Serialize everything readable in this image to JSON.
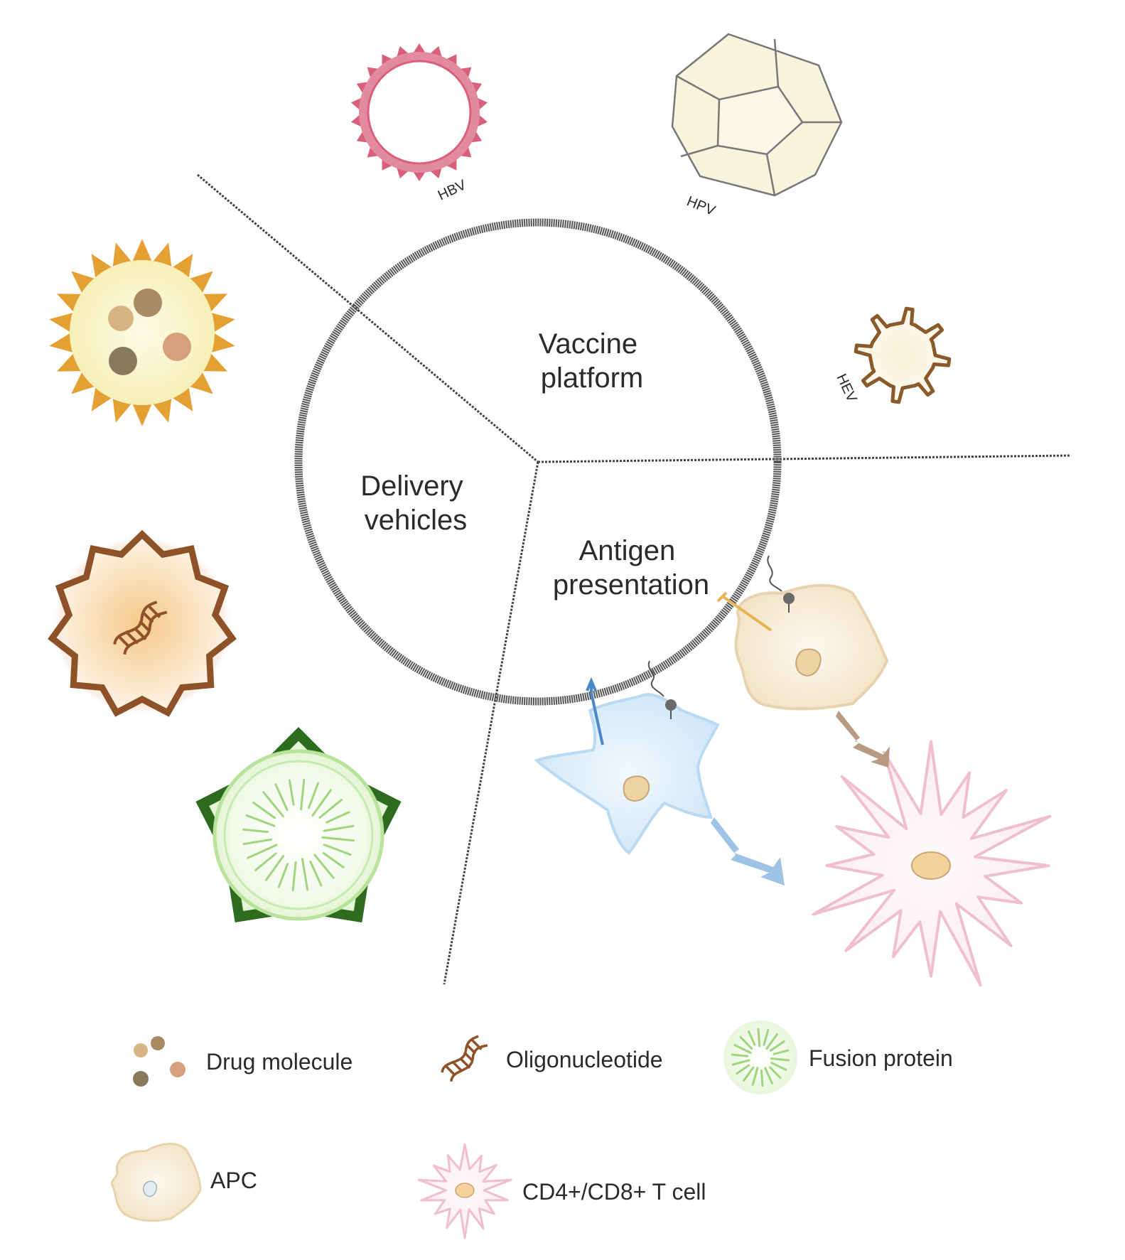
{
  "sectors": {
    "vaccine": [
      "Vaccine",
      "platform"
    ],
    "delivery": [
      "Delivery",
      "vehicles"
    ],
    "antigen": [
      "Antigen",
      "presentation"
    ]
  },
  "viruses": {
    "hbv": "HBV",
    "hpv": "HPV",
    "hev": "HEV"
  },
  "legend": {
    "drug": "Drug molecule",
    "oligo": "Oligonucleotide",
    "fusion": "Fusion protein",
    "apc": "APC",
    "tcell": "CD4+/CD8+ T cell"
  },
  "colors": {
    "circle": "#555555",
    "hbv": "#d9607a",
    "hpv_fill": "#f7f3dd",
    "hev": "#8a5a2b",
    "sun": "#e4a032",
    "nanocage": "#8e5128",
    "pentagon": "#2f6b1f",
    "fusion": "#9fd67d",
    "apc_fill": "#f5e7cc",
    "dc_fill": "#cfe6f7",
    "tcell_stroke": "#f0bfcd",
    "arrow_blue": "#9fc3e6",
    "arrow_brown": "#b89a82"
  }
}
